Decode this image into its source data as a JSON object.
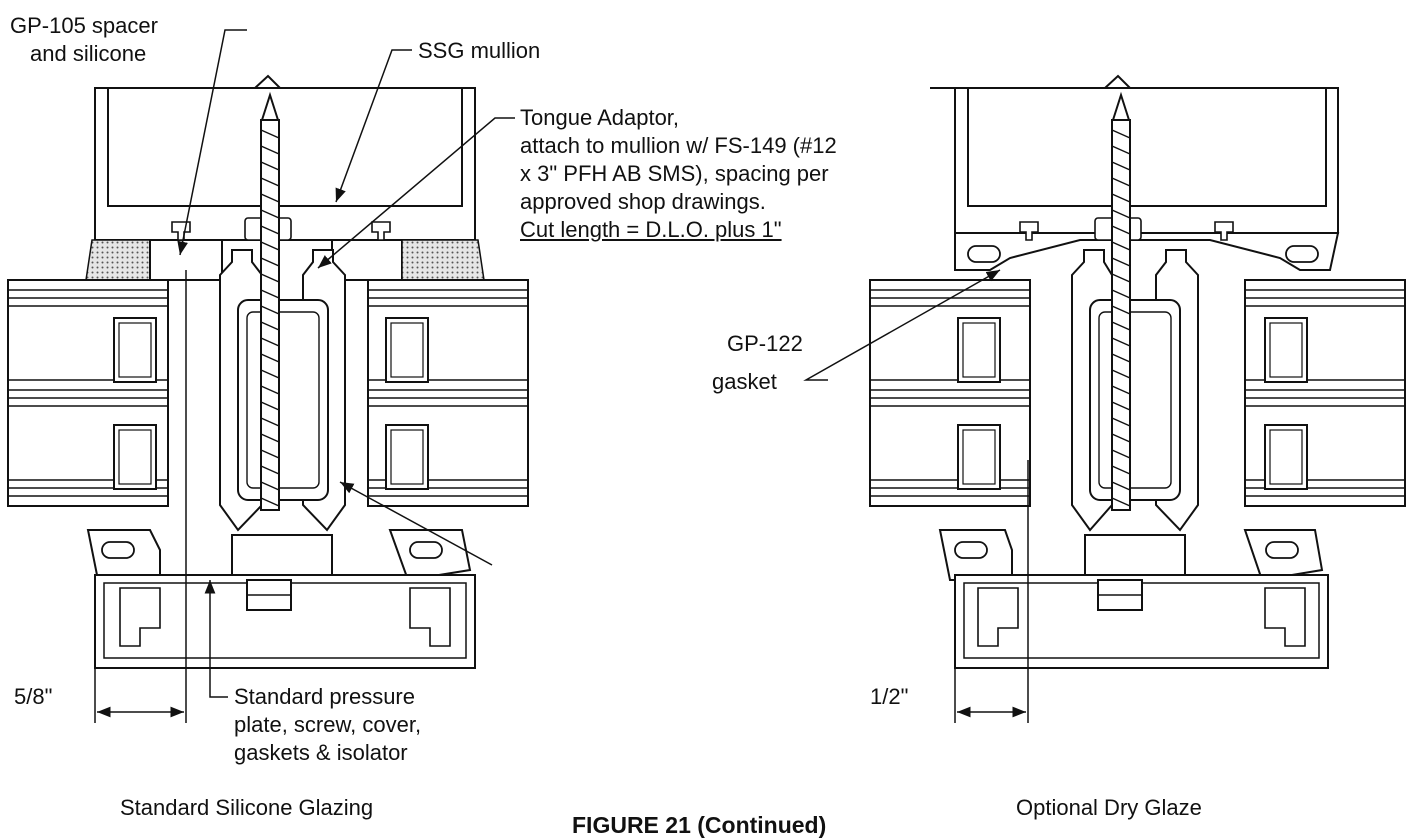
{
  "labels": {
    "gp105_line1": "GP-105 spacer",
    "gp105_line2": "and silicone",
    "ssg_mullion": "SSG mullion",
    "tongue_line1": "Tongue Adaptor,",
    "tongue_line2": "attach to mullion w/ FS-149 (#12",
    "tongue_line3": "x 3\" PFH AB SMS), spacing per",
    "tongue_line4": "approved shop drawings.",
    "tongue_line5": "Cut length = D.L.O. plus 1\"",
    "gp122_line1": "GP-122",
    "gp122_line2": "gasket",
    "std_plate_line1": "Standard pressure",
    "std_plate_line2": "plate, screw, cover,",
    "std_plate_line3": "gaskets & isolator",
    "dim_left": "5/8\"",
    "dim_right": "1/2\""
  },
  "captions": {
    "left": "Standard Silicone Glazing",
    "right": "Optional Dry Glaze",
    "figure": "FIGURE 21 (Continued)"
  },
  "colors": {
    "line": "#111111",
    "sealant_fill": "#cfcfcf"
  }
}
